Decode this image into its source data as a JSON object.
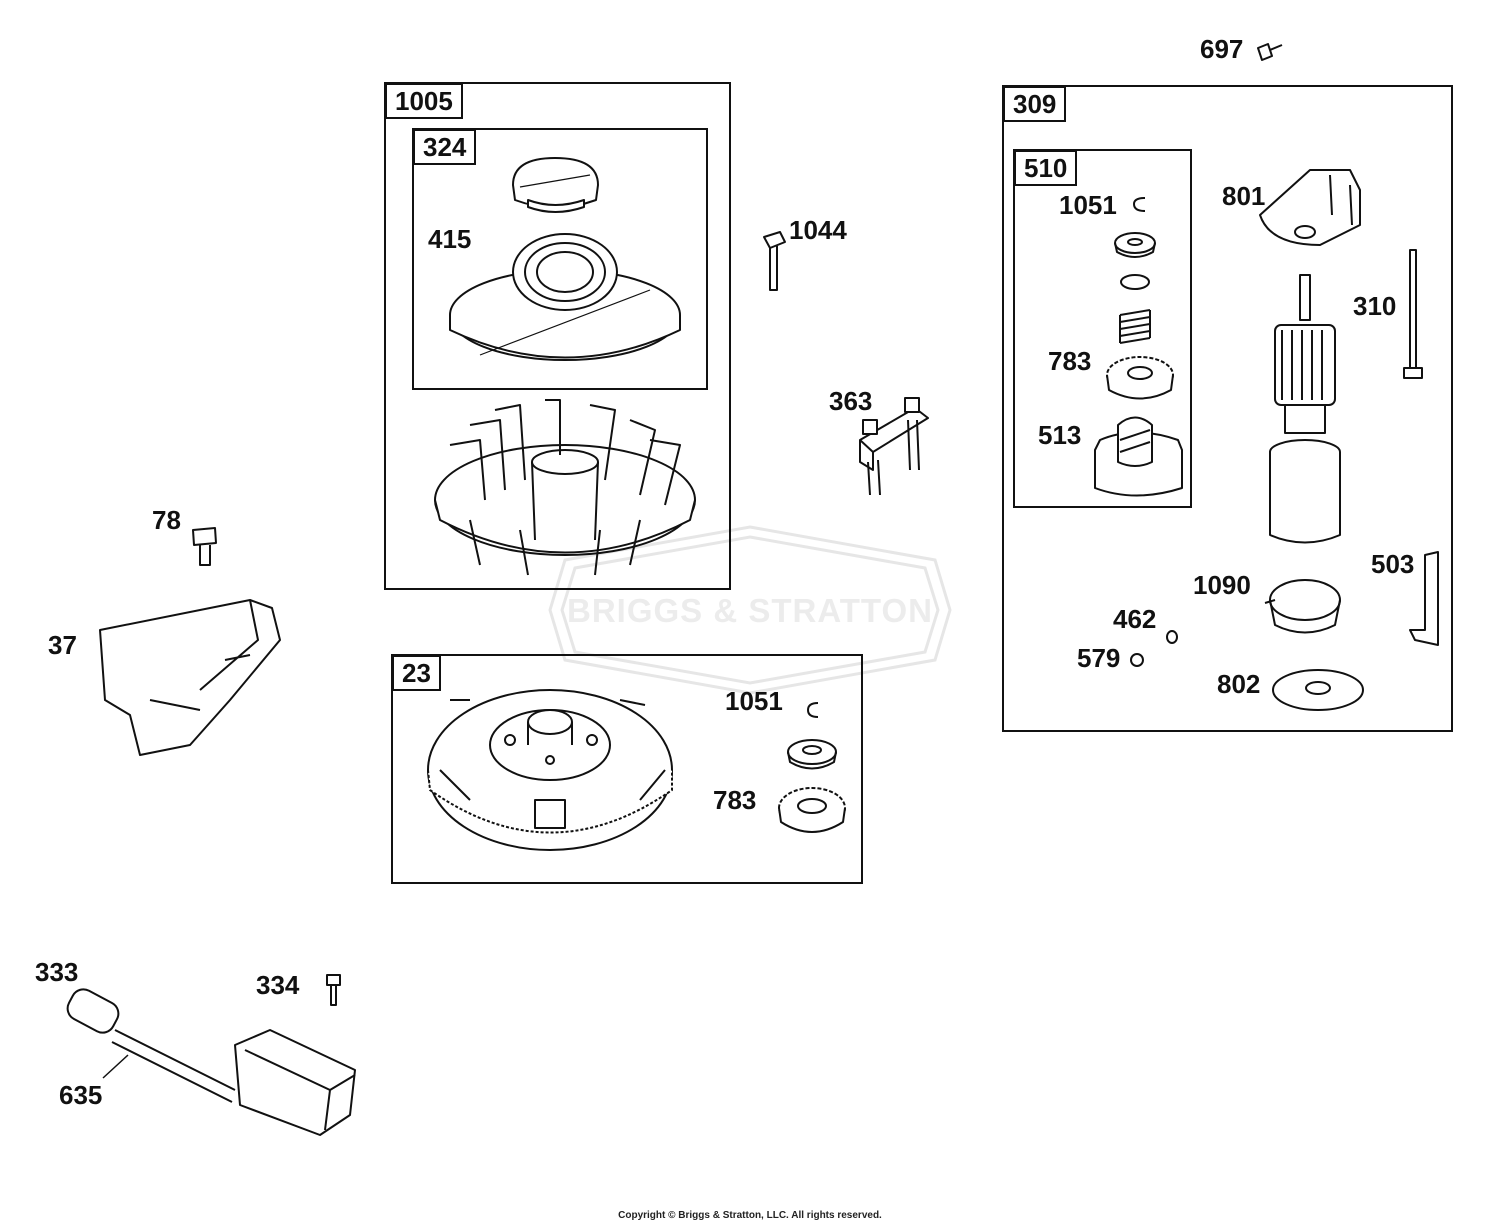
{
  "watermark": "BRIGGS & STRATTON",
  "copyright": "Copyright © Briggs & Stratton, LLC. All rights reserved.",
  "assemblies": {
    "a1005": "1005",
    "a324": "324",
    "a23": "23",
    "a309": "309",
    "a510": "510"
  },
  "parts": {
    "p697": "697",
    "p1044": "1044",
    "p363": "363",
    "p415": "415",
    "p78": "78",
    "p37": "37",
    "p1051a": "1051",
    "p783a": "783",
    "p333": "333",
    "p334": "334",
    "p635": "635",
    "p1051b": "1051",
    "p783b": "783",
    "p513": "513",
    "p801": "801",
    "p310": "310",
    "p503": "503",
    "p1090": "1090",
    "p462": "462",
    "p579": "579",
    "p802": "802"
  }
}
